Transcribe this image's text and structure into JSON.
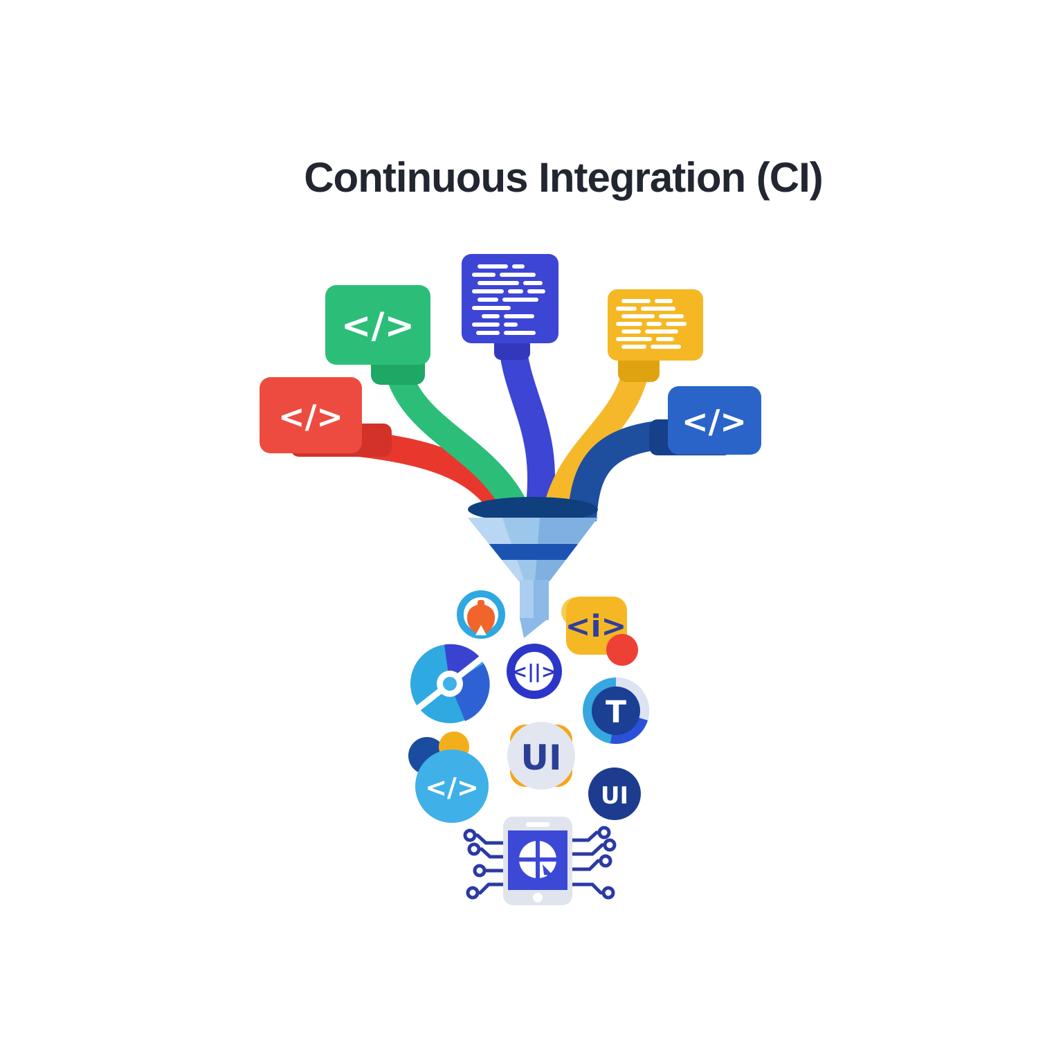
{
  "title": "Continuous Integration (CI)",
  "palette": {
    "red": "#EE4B40",
    "red_dark": "#D23227",
    "green": "#2CBE79",
    "green_dark": "#1EA765",
    "indigo": "#3D45D5",
    "indigo_dark": "#3238BC",
    "amber": "#F5B723",
    "amber_dark": "#DFA312",
    "blue_block": "#2A64C8",
    "navy_pipe": "#1D4F9E",
    "navy_dark": "#16408A",
    "funnel_rim": "#0F3F7C",
    "funnel_body": "#7FB0DF",
    "funnel_highlight": "#B9D6F2",
    "funnel_band": "#1C53B3",
    "funnel_stem": "#8CB9E7",
    "sky": "#2FA9E2",
    "orange": "#F2652A",
    "ui_gray": "#E2E6F0",
    "ui_navy": "#1D3C8F",
    "title_color": "#222631"
  },
  "sources": {
    "red_block_glyph": "</>",
    "green_block_glyph": "</>",
    "blue_block_glyph": "</>"
  },
  "outputs": {
    "component_glyph": "<i>",
    "pause_glyph": "<||>",
    "test_label": "T",
    "ui_label": "UI",
    "ui_small_label": "UI",
    "coder_glyph": "</>"
  }
}
